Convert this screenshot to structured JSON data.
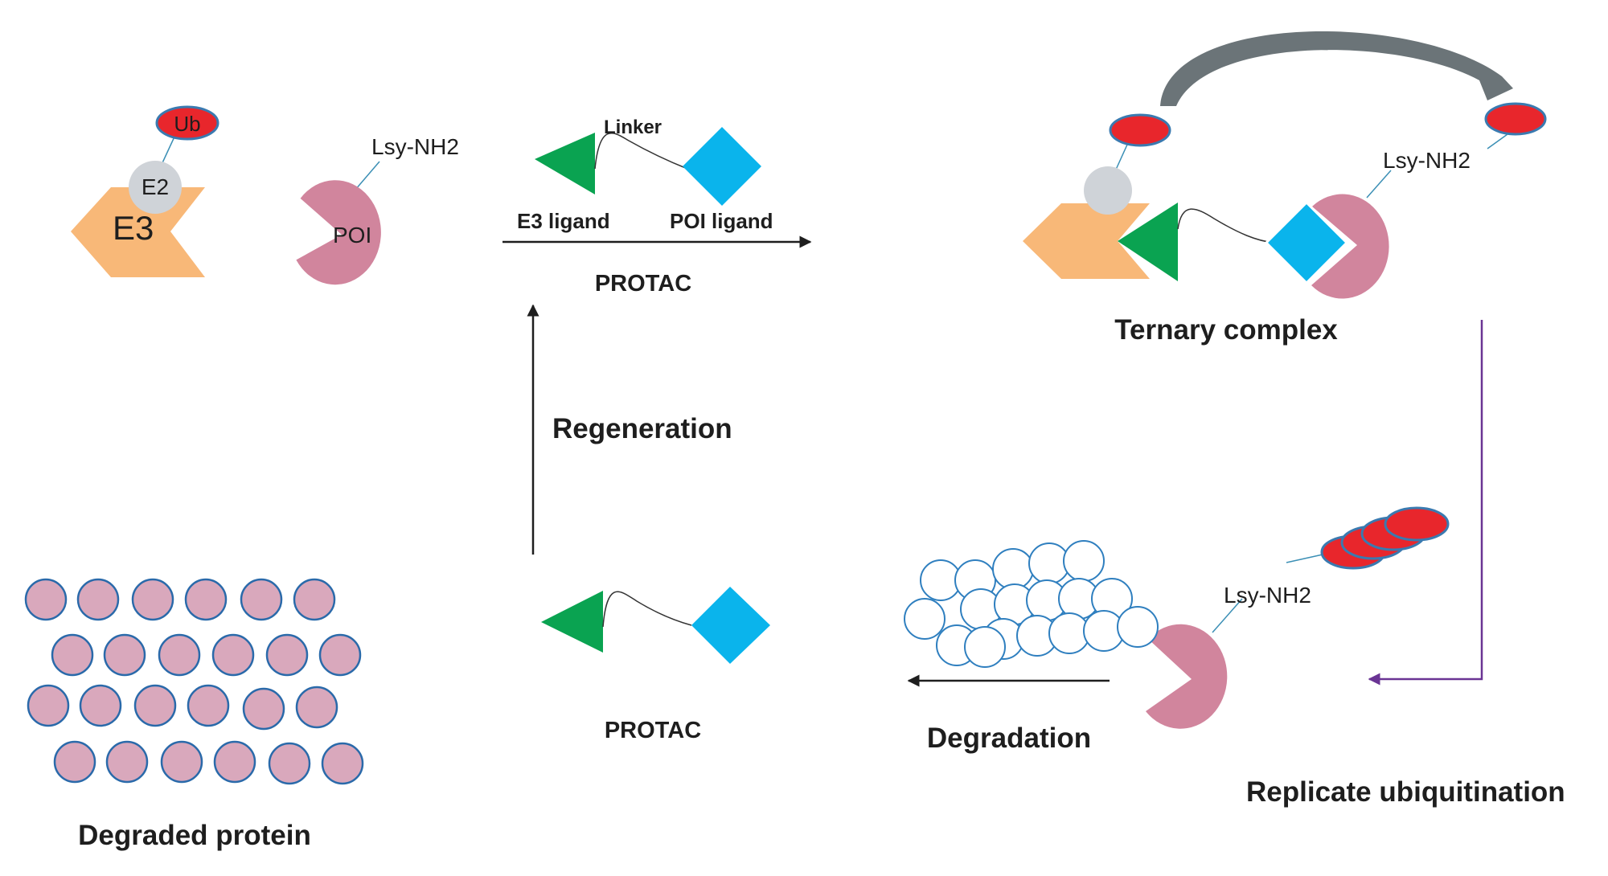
{
  "molecules": {
    "ub": "Ub",
    "e2": "E2",
    "e3": "E3",
    "poi": "POI",
    "lysine": "Lsy-NH2",
    "linker": "Linker",
    "e3_ligand": "E3 ligand",
    "poi_ligand": "POI ligand"
  },
  "steps": {
    "protac_top": "PROTAC",
    "ternary": "Ternary complex",
    "regeneration": "Regeneration",
    "replicate": "Replicate ubiquitination",
    "degradation": "Degradation",
    "protac_bottom": "PROTAC",
    "degraded": "Degraded protein"
  },
  "colors": {
    "e3": "#f8b878",
    "e2": "#cfd3d8",
    "ub": "#e8262c",
    "ub_outline": "#3a7ab0",
    "poi": "#d1859d",
    "e3_ligand": "#0aa351",
    "poi_ligand": "#0ab4ec",
    "link_line": "#3b8fb5",
    "arrow": "#1e1e1e",
    "purple_arrow": "#6a3494",
    "curved_arrow": "#6b7478",
    "proteasome": "#2f7fbf",
    "degraded_fill": "#d9a8bc",
    "degraded_outline": "#2a6aaa"
  }
}
